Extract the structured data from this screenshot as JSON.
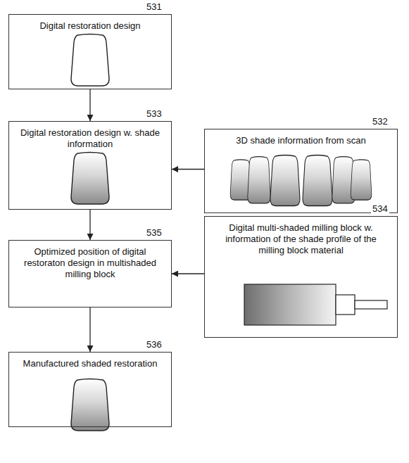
{
  "diagram": {
    "nodes": [
      {
        "text": [
          "Digital restoration design"
        ]
      },
      {
        "text": [
          "Digital restoration design w. shade information"
        ]
      },
      {
        "text": [
          "3D shade information from scan"
        ]
      },
      {
        "text": [
          "Optimized position of digital restoraton design in multishaded milling block"
        ]
      },
      {
        "text": [
          "Digital multi-shaded milling block w. information of the shade profile of the milling block material"
        ]
      },
      {
        "text": [
          "Manufactured shaded restoration"
        ]
      }
    ],
    "edges": [
      {
        "from": 0,
        "to": 1,
        "arrow": "to"
      },
      {
        "from": 2,
        "to": 1,
        "arrow": "to"
      },
      {
        "from": 1,
        "to": 3,
        "arrow": "to"
      },
      {
        "from": 4,
        "to": 3,
        "arrow": "to"
      },
      {
        "from": 3,
        "to": 5,
        "arrow": "to"
      }
    ],
    "labels": [
      "531",
      "533",
      "532",
      "535",
      "534",
      "536"
    ]
  }
}
